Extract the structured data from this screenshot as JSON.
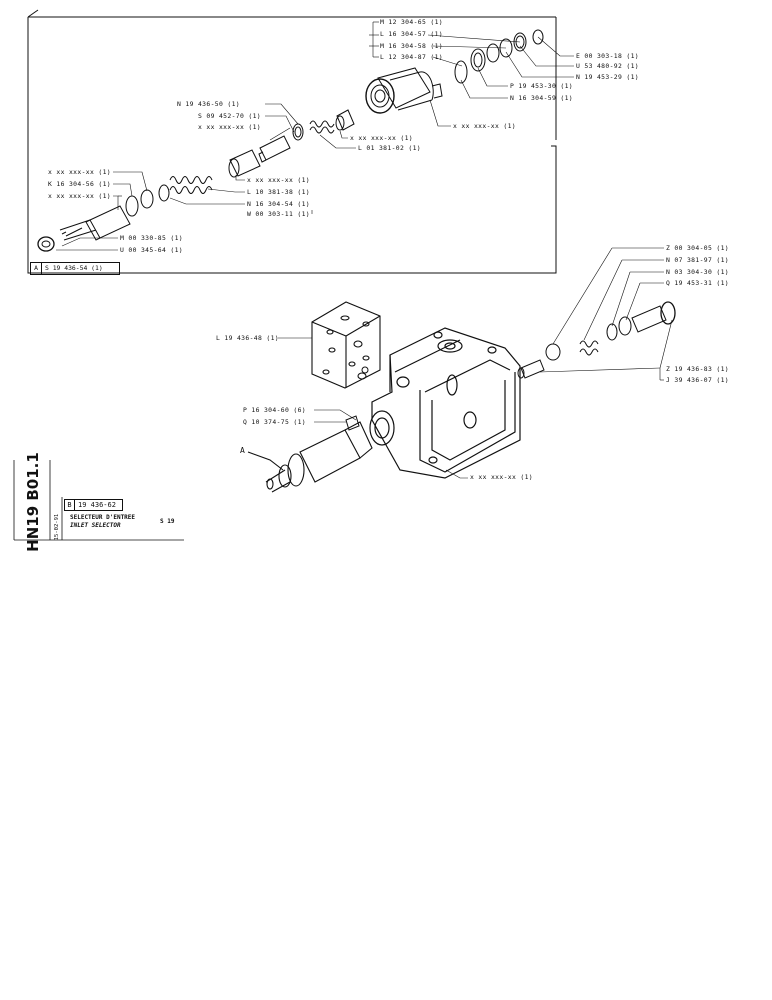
{
  "labels": [
    {
      "id": "m12",
      "text": "M 12 304-65 (1)"
    },
    {
      "id": "l16a",
      "text": "L 16 304-57 (1)"
    },
    {
      "id": "m16",
      "text": "M 16 304-58 (1)"
    },
    {
      "id": "l12",
      "text": "L 12 304-87 (1)"
    },
    {
      "id": "e00",
      "text": "E 00 303-18 (1)"
    },
    {
      "id": "u53",
      "text": "U 53 480-92 (1)"
    },
    {
      "id": "n19a",
      "text": "N 19 453-29 (1)"
    },
    {
      "id": "p19",
      "text": "P 19 453-30 (1)"
    },
    {
      "id": "n16a",
      "text": "N 16 304-59 (1)"
    },
    {
      "id": "xx1",
      "text": "x xx xxx-xx (1)"
    },
    {
      "id": "n19b",
      "text": "N 19 436-50 (1)"
    },
    {
      "id": "s09",
      "text": "S 09 452-70 (1)"
    },
    {
      "id": "xx2",
      "text": "x xx xxx-xx (1)"
    },
    {
      "id": "xx3",
      "text": "x xx xxx-xx (1)"
    },
    {
      "id": "l01",
      "text": "L 01 381-02 (1)"
    },
    {
      "id": "xx4",
      "text": "x xx xxx-xx (1)"
    },
    {
      "id": "k16",
      "text": "K 16 304-56 (1)"
    },
    {
      "id": "xx5",
      "text": "x xx xxx-xx (1)"
    },
    {
      "id": "xx6",
      "text": "x xx xxx-xx (1)"
    },
    {
      "id": "l10",
      "text": "L 10 381-38 (1)"
    },
    {
      "id": "n16b",
      "text": "N 16 304-54 (1)"
    },
    {
      "id": "w00",
      "text": "W 00 303-11 (1)"
    },
    {
      "id": "m00",
      "text": "M 00 330-85 (1)"
    },
    {
      "id": "u00",
      "text": "U 00 345-64 (1)"
    },
    {
      "id": "z00",
      "text": "Z 00 304-05 (1)"
    },
    {
      "id": "n07",
      "text": "N 07 381-97 (1)"
    },
    {
      "id": "n03",
      "text": "N 03 304-30 (1)"
    },
    {
      "id": "q19",
      "text": "Q 19 453-31 (1)"
    },
    {
      "id": "l19",
      "text": "L 19 436-48 (1)"
    },
    {
      "id": "z19",
      "text": "Z 19 436-83 (1)"
    },
    {
      "id": "j39",
      "text": "J 39 436-07 (1)"
    },
    {
      "id": "p16",
      "text": "P 16 304-60 (6)"
    },
    {
      "id": "q10",
      "text": "Q 10 374-75 (1)"
    },
    {
      "id": "a",
      "text": "A"
    },
    {
      "id": "xx7",
      "text": "x xx xxx-xx (1)"
    }
  ],
  "assembly_box": {
    "tag": "A",
    "ref": "S 19 436-54 (1)"
  },
  "title_block": {
    "code": "HN19 B01.1",
    "ref_tag": "B",
    "ref": "19 436-62",
    "date": "15-02-91",
    "title_fr": "SELECTEUR D'ENTREE",
    "title_en": "INLET SELECTOR",
    "model": "S 19"
  }
}
